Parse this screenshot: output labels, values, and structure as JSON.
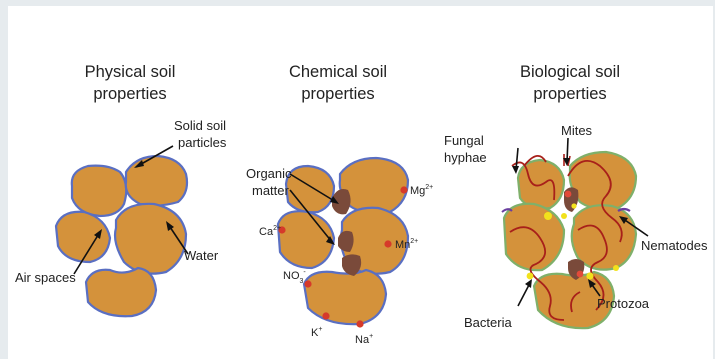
{
  "panels": [
    {
      "title_line1": "Physical soil",
      "title_line2": "properties",
      "labels": {
        "solid_line1": "Solid soil",
        "solid_line2": "particles",
        "water": "Water",
        "air_spaces": "Air spaces"
      }
    },
    {
      "title_line1": "Chemical soil",
      "title_line2": "properties",
      "labels": {
        "organic_line1": "Organic",
        "organic_line2": "matter"
      },
      "ions": {
        "mg": "Mg",
        "mg_charge": "2+",
        "ca": "Ca",
        "ca_charge": "2+",
        "mn": "Mn",
        "mn_charge": "2+",
        "no": "NO",
        "no_sub": "3",
        "no_charge": "-",
        "k": "K",
        "k_charge": "+",
        "na": "Na",
        "na_charge": "+"
      }
    },
    {
      "title_line1": "Biological soil",
      "title_line2": "properties",
      "labels": {
        "fungal_line1": "Fungal",
        "fungal_line2": "hyphae",
        "mites": "Mites",
        "nematodes": "Nematodes",
        "bacteria": "Bacteria",
        "protozoa": "Protozoa"
      }
    }
  ],
  "colors": {
    "particle": "#d4923b",
    "water": "#5a6fc2",
    "organic_matter": "#7a4a3a",
    "ion_dot": "#d63a2a",
    "hyphae": "#a8201a",
    "bacteria": "#f2e21c"
  }
}
